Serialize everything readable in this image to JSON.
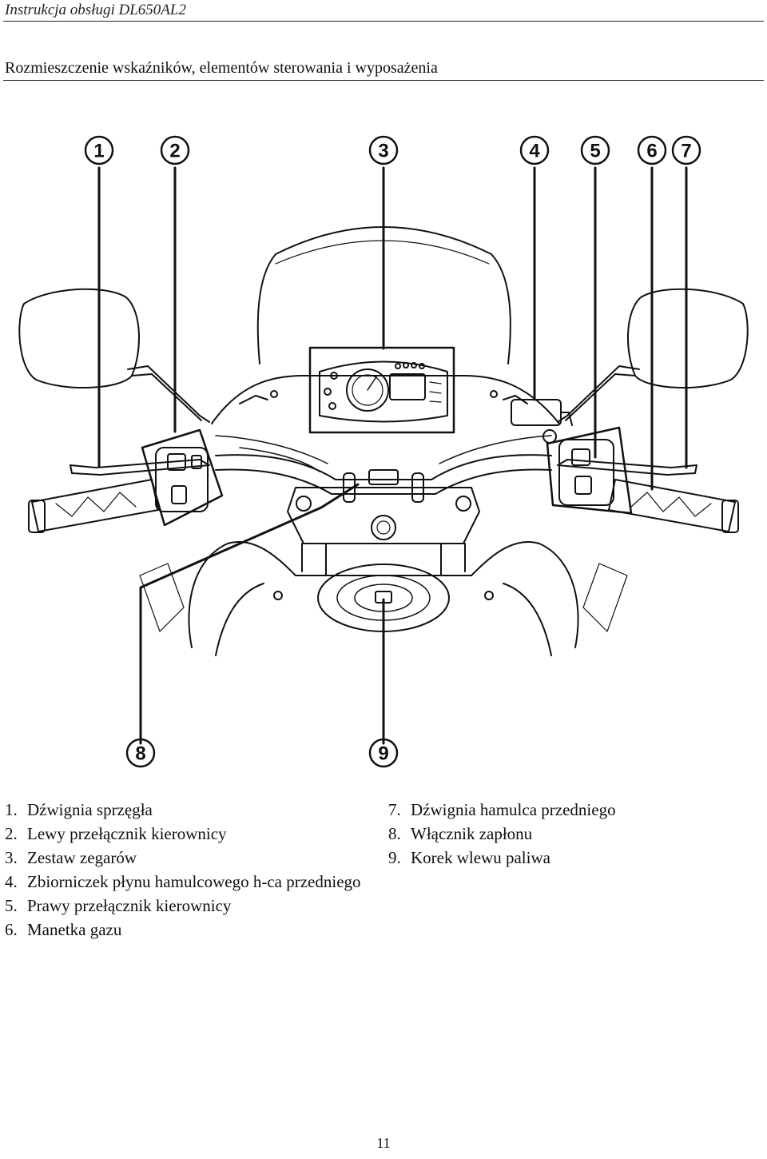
{
  "header": {
    "running_title": "Instrukcja obsługi DL650AL2"
  },
  "section": {
    "title": "Rozmieszczenie wskaźników, elementów sterowania i wyposażenia"
  },
  "diagram": {
    "callouts": [
      "1",
      "2",
      "3",
      "4",
      "5",
      "6",
      "7",
      "8",
      "9"
    ]
  },
  "legend": {
    "left": [
      {
        "num": "1.",
        "text": "Dźwignia sprzęgła"
      },
      {
        "num": "2.",
        "text": "Lewy przełącznik kierownicy"
      },
      {
        "num": "3.",
        "text": "Zestaw zegarów"
      },
      {
        "num": "4.",
        "text": "Zbiorniczek płynu hamulcowego h-ca przedniego"
      },
      {
        "num": "5.",
        "text": "Prawy przełącznik kierownicy"
      },
      {
        "num": "6.",
        "text": "Manetka gazu"
      }
    ],
    "right": [
      {
        "num": "7.",
        "text": "Dźwignia hamulca przedniego"
      },
      {
        "num": "8.",
        "text": "Włącznik zapłonu"
      },
      {
        "num": "9.",
        "text": "Korek wlewu paliwa"
      }
    ]
  },
  "footer": {
    "page_number": "11"
  }
}
